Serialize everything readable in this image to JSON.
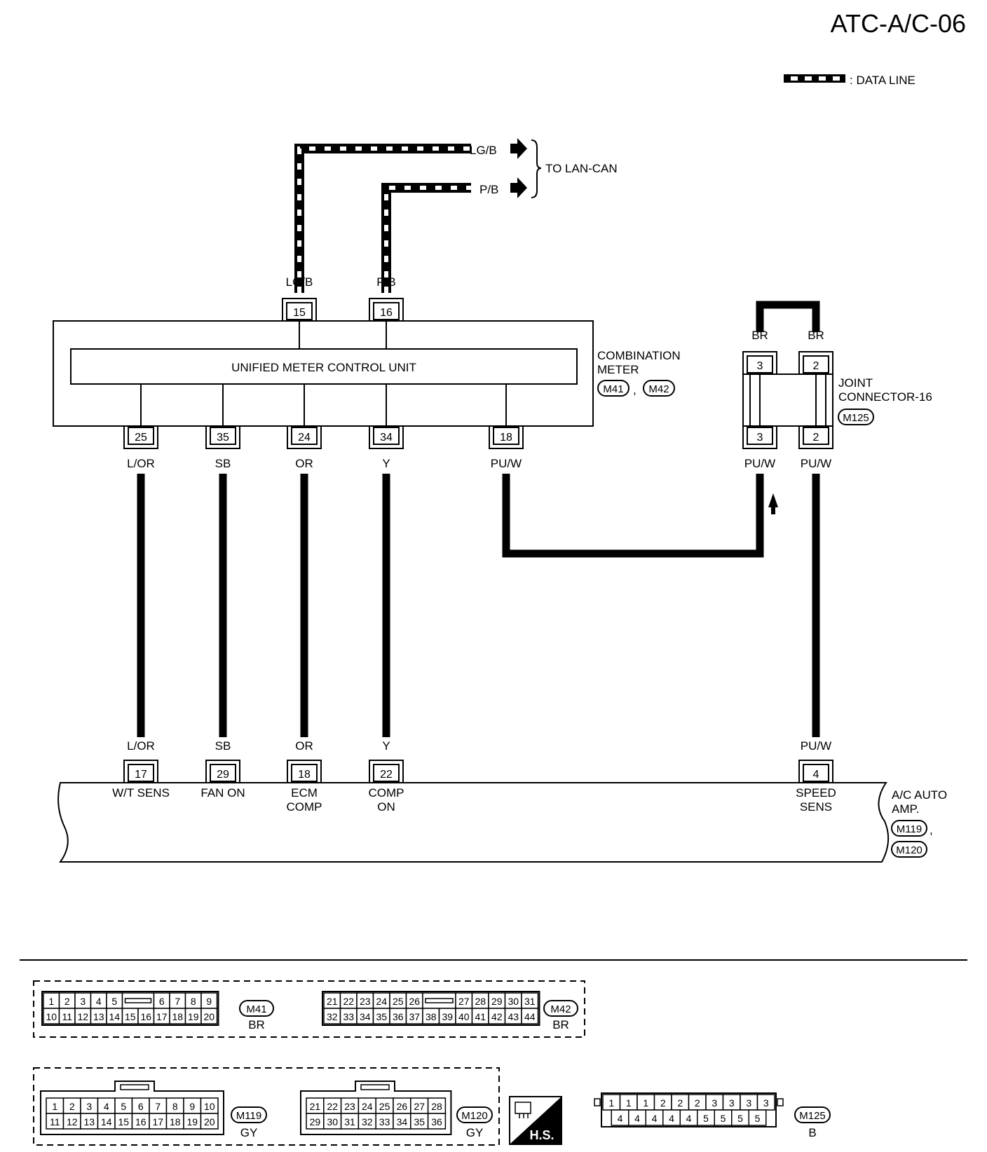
{
  "page": {
    "code": "ATC-A/C-06",
    "legend_label": ": DATA LINE",
    "to_lan_can": "TO LAN-CAN"
  },
  "lan": {
    "wire1_color": "LG/B",
    "wire2_color": "P/B"
  },
  "meter": {
    "inner_label": "UNIFIED METER CONTROL UNIT",
    "name_line1": "COMBINATION",
    "name_line2": "METER",
    "conn_a": "M41",
    "conn_sep": ",",
    "conn_b": "M42",
    "top_pins": [
      {
        "pin": "15",
        "color": "LG/B"
      },
      {
        "pin": "16",
        "color": "P/B"
      }
    ],
    "bottom_pins": [
      {
        "pin": "25",
        "color": "L/OR"
      },
      {
        "pin": "35",
        "color": "SB"
      },
      {
        "pin": "24",
        "color": "OR"
      },
      {
        "pin": "34",
        "color": "Y"
      },
      {
        "pin": "18",
        "color": "PU/W"
      }
    ]
  },
  "joint": {
    "name_line1": "JOINT",
    "name_line2": "CONNECTOR-16",
    "conn": "M125",
    "top_colors": [
      "BR",
      "BR"
    ],
    "top_pins": [
      "3",
      "2"
    ],
    "bottom_pins": [
      "3",
      "2"
    ],
    "bottom_colors": [
      "PU/W",
      "PU/W"
    ]
  },
  "amp": {
    "name_line1": "A/C AUTO",
    "name_line2": "AMP.",
    "conn_a": "M119",
    "conn_sep": ",",
    "conn_b": "M120",
    "pins": [
      {
        "pin": "17",
        "color": "L/OR",
        "func1": "W/T SENS",
        "func2": ""
      },
      {
        "pin": "29",
        "color": "SB",
        "func1": "FAN ON",
        "func2": ""
      },
      {
        "pin": "18",
        "color": "OR",
        "func1": "ECM",
        "func2": "COMP"
      },
      {
        "pin": "22",
        "color": "Y",
        "func1": "COMP",
        "func2": "ON"
      },
      {
        "pin": "4",
        "color": "PU/W",
        "func1": "SPEED",
        "func2": "SENS"
      }
    ]
  },
  "connectors": {
    "m41": {
      "id": "M41",
      "color": "BR",
      "row1a": [
        "1",
        "2",
        "3",
        "4",
        "5"
      ],
      "row1b": [
        "6",
        "7",
        "8",
        "9"
      ],
      "row2": [
        "10",
        "11",
        "12",
        "13",
        "14",
        "15",
        "16",
        "17",
        "18",
        "19",
        "20"
      ]
    },
    "m42": {
      "id": "M42",
      "color": "BR",
      "row1a": [
        "21",
        "22",
        "23",
        "24",
        "25",
        "26"
      ],
      "row1b": [
        "27",
        "28",
        "29",
        "30",
        "31"
      ],
      "row2": [
        "32",
        "33",
        "34",
        "35",
        "36",
        "37",
        "38",
        "39",
        "40",
        "41",
        "42",
        "43",
        "44"
      ]
    },
    "m119": {
      "id": "M119",
      "color": "GY",
      "row1": [
        "1",
        "2",
        "3",
        "4",
        "5",
        "6",
        "7",
        "8",
        "9",
        "10"
      ],
      "row2": [
        "11",
        "12",
        "13",
        "14",
        "15",
        "16",
        "17",
        "18",
        "19",
        "20"
      ]
    },
    "m120": {
      "id": "M120",
      "color": "GY",
      "row1": [
        "21",
        "22",
        "23",
        "24",
        "25",
        "26",
        "27",
        "28"
      ],
      "row2": [
        "29",
        "30",
        "31",
        "32",
        "33",
        "34",
        "35",
        "36"
      ]
    },
    "m125": {
      "id": "M125",
      "color": "B",
      "row1": [
        "1",
        "1",
        "1",
        "2",
        "2",
        "2",
        "3",
        "3",
        "3",
        "3"
      ],
      "row2": [
        "4",
        "4",
        "4",
        "4",
        "4",
        "5",
        "5",
        "5",
        "5"
      ]
    },
    "hs_label": "H.S."
  }
}
